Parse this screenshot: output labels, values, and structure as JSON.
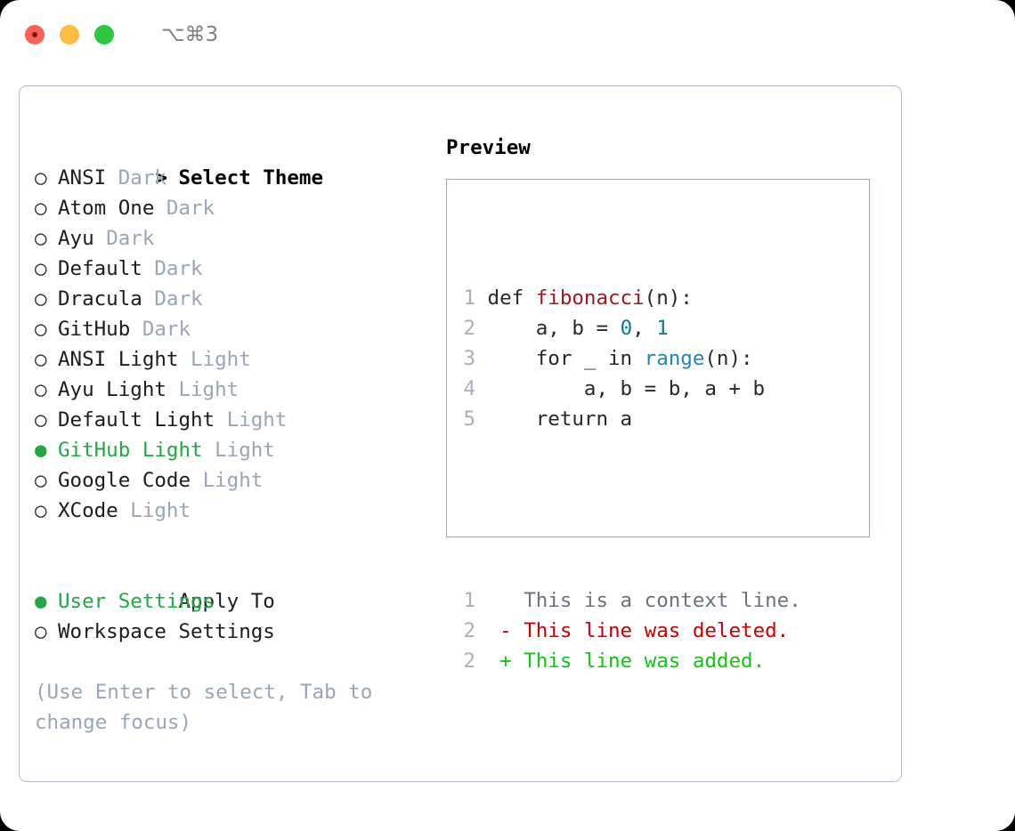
{
  "titlebar": {
    "shortcut": "⌥⌘3",
    "lights": [
      "close",
      "minimize",
      "zoom"
    ]
  },
  "left": {
    "theme_header": {
      "prefix": ">",
      "label": "Select Theme"
    },
    "themes": [
      {
        "marker": "○",
        "name": "ANSI",
        "variant": "Dark",
        "selected": false
      },
      {
        "marker": "○",
        "name": "Atom One",
        "variant": "Dark",
        "selected": false
      },
      {
        "marker": "○",
        "name": "Ayu",
        "variant": "Dark",
        "selected": false
      },
      {
        "marker": "○",
        "name": "Default",
        "variant": "Dark",
        "selected": false
      },
      {
        "marker": "○",
        "name": "Dracula",
        "variant": "Dark",
        "selected": false
      },
      {
        "marker": "○",
        "name": "GitHub",
        "variant": "Dark",
        "selected": false
      },
      {
        "marker": "○",
        "name": "ANSI Light",
        "variant": "Light",
        "selected": false
      },
      {
        "marker": "○",
        "name": "Ayu Light",
        "variant": "Light",
        "selected": false
      },
      {
        "marker": "○",
        "name": "Default Light",
        "variant": "Light",
        "selected": false
      },
      {
        "marker": "●",
        "name": "GitHub Light",
        "variant": "Light",
        "selected": true
      },
      {
        "marker": "○",
        "name": "Google Code",
        "variant": "Light",
        "selected": false
      },
      {
        "marker": "○",
        "name": "XCode",
        "variant": "Light",
        "selected": false
      }
    ],
    "apply_to": {
      "label": "Apply To",
      "options": [
        {
          "marker": "●",
          "label": "User Settings",
          "selected": true
        },
        {
          "marker": "○",
          "label": "Workspace Settings",
          "selected": false
        }
      ]
    },
    "hint": "(Use Enter to select, Tab to change focus)"
  },
  "right": {
    "preview_title": "Preview",
    "code_lines": [
      {
        "num": "1",
        "segments": [
          {
            "text": "def ",
            "kind": "plain"
          },
          {
            "text": "fibonacci",
            "kind": "fn"
          },
          {
            "text": "(n):",
            "kind": "plain"
          }
        ]
      },
      {
        "num": "2",
        "segments": [
          {
            "text": "    a, b = ",
            "kind": "plain"
          },
          {
            "text": "0",
            "kind": "num"
          },
          {
            "text": ", ",
            "kind": "plain"
          },
          {
            "text": "1",
            "kind": "num"
          }
        ]
      },
      {
        "num": "3",
        "segments": [
          {
            "text": "    for _ in ",
            "kind": "plain"
          },
          {
            "text": "range",
            "kind": "builtin"
          },
          {
            "text": "(n):",
            "kind": "plain"
          }
        ]
      },
      {
        "num": "4",
        "segments": [
          {
            "text": "        a, b = b, a + b",
            "kind": "plain"
          }
        ]
      },
      {
        "num": "5",
        "segments": [
          {
            "text": "    return a",
            "kind": "plain"
          }
        ]
      }
    ],
    "diff_lines": [
      {
        "num": "1",
        "sign": " ",
        "text": "This is a context line.",
        "kind": "context"
      },
      {
        "num": "2",
        "sign": "-",
        "text": "This line was deleted.",
        "kind": "deleted"
      },
      {
        "num": "2",
        "sign": "+",
        "text": "This line was added.",
        "kind": "added"
      }
    ]
  },
  "colors": {
    "accent_green": "#22a745",
    "dim_gray": "#9aa5b5",
    "fn_crimson": "#a01722",
    "num_teal": "#0d7d7d",
    "builtin_blue": "#1f86b8",
    "diff_del_red": "#cc0000",
    "diff_add_green": "#13c613",
    "panel_border": "#b3bcca"
  }
}
